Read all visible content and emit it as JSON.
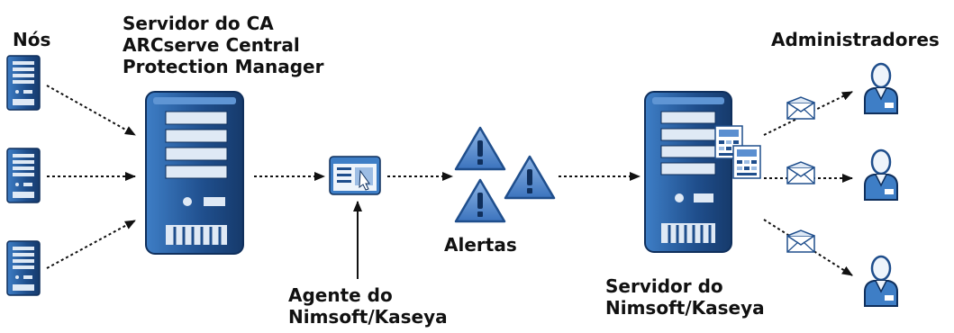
{
  "labels": {
    "nodes": "Nós",
    "ca_server": [
      "Servidor do CA",
      "ARCserve Central",
      "Protection Manager"
    ],
    "agent": [
      "Agente do",
      "Nimsoft/Kaseya"
    ],
    "alerts": "Alertas",
    "nimsoft_server": [
      "Servidor do",
      "Nimsoft/Kaseya"
    ],
    "admins": "Administradores"
  },
  "icons": {
    "node": "server-tower-icon",
    "ca_server": "server-tower-icon",
    "agent": "agent-window-icon",
    "alert": "warning-triangle-icon",
    "nimsoft_server": "server-tower-icon",
    "report": "report-document-icon",
    "email": "envelope-icon",
    "admin": "user-icon"
  },
  "colors": {
    "server_body": "#1f4e8c",
    "server_light": "#3e7ec6",
    "server_face": "#dfe9f5",
    "triangle_fill": "#5b8fd0",
    "triangle_edge": "#1f4e8c",
    "arrow": "#111111"
  }
}
